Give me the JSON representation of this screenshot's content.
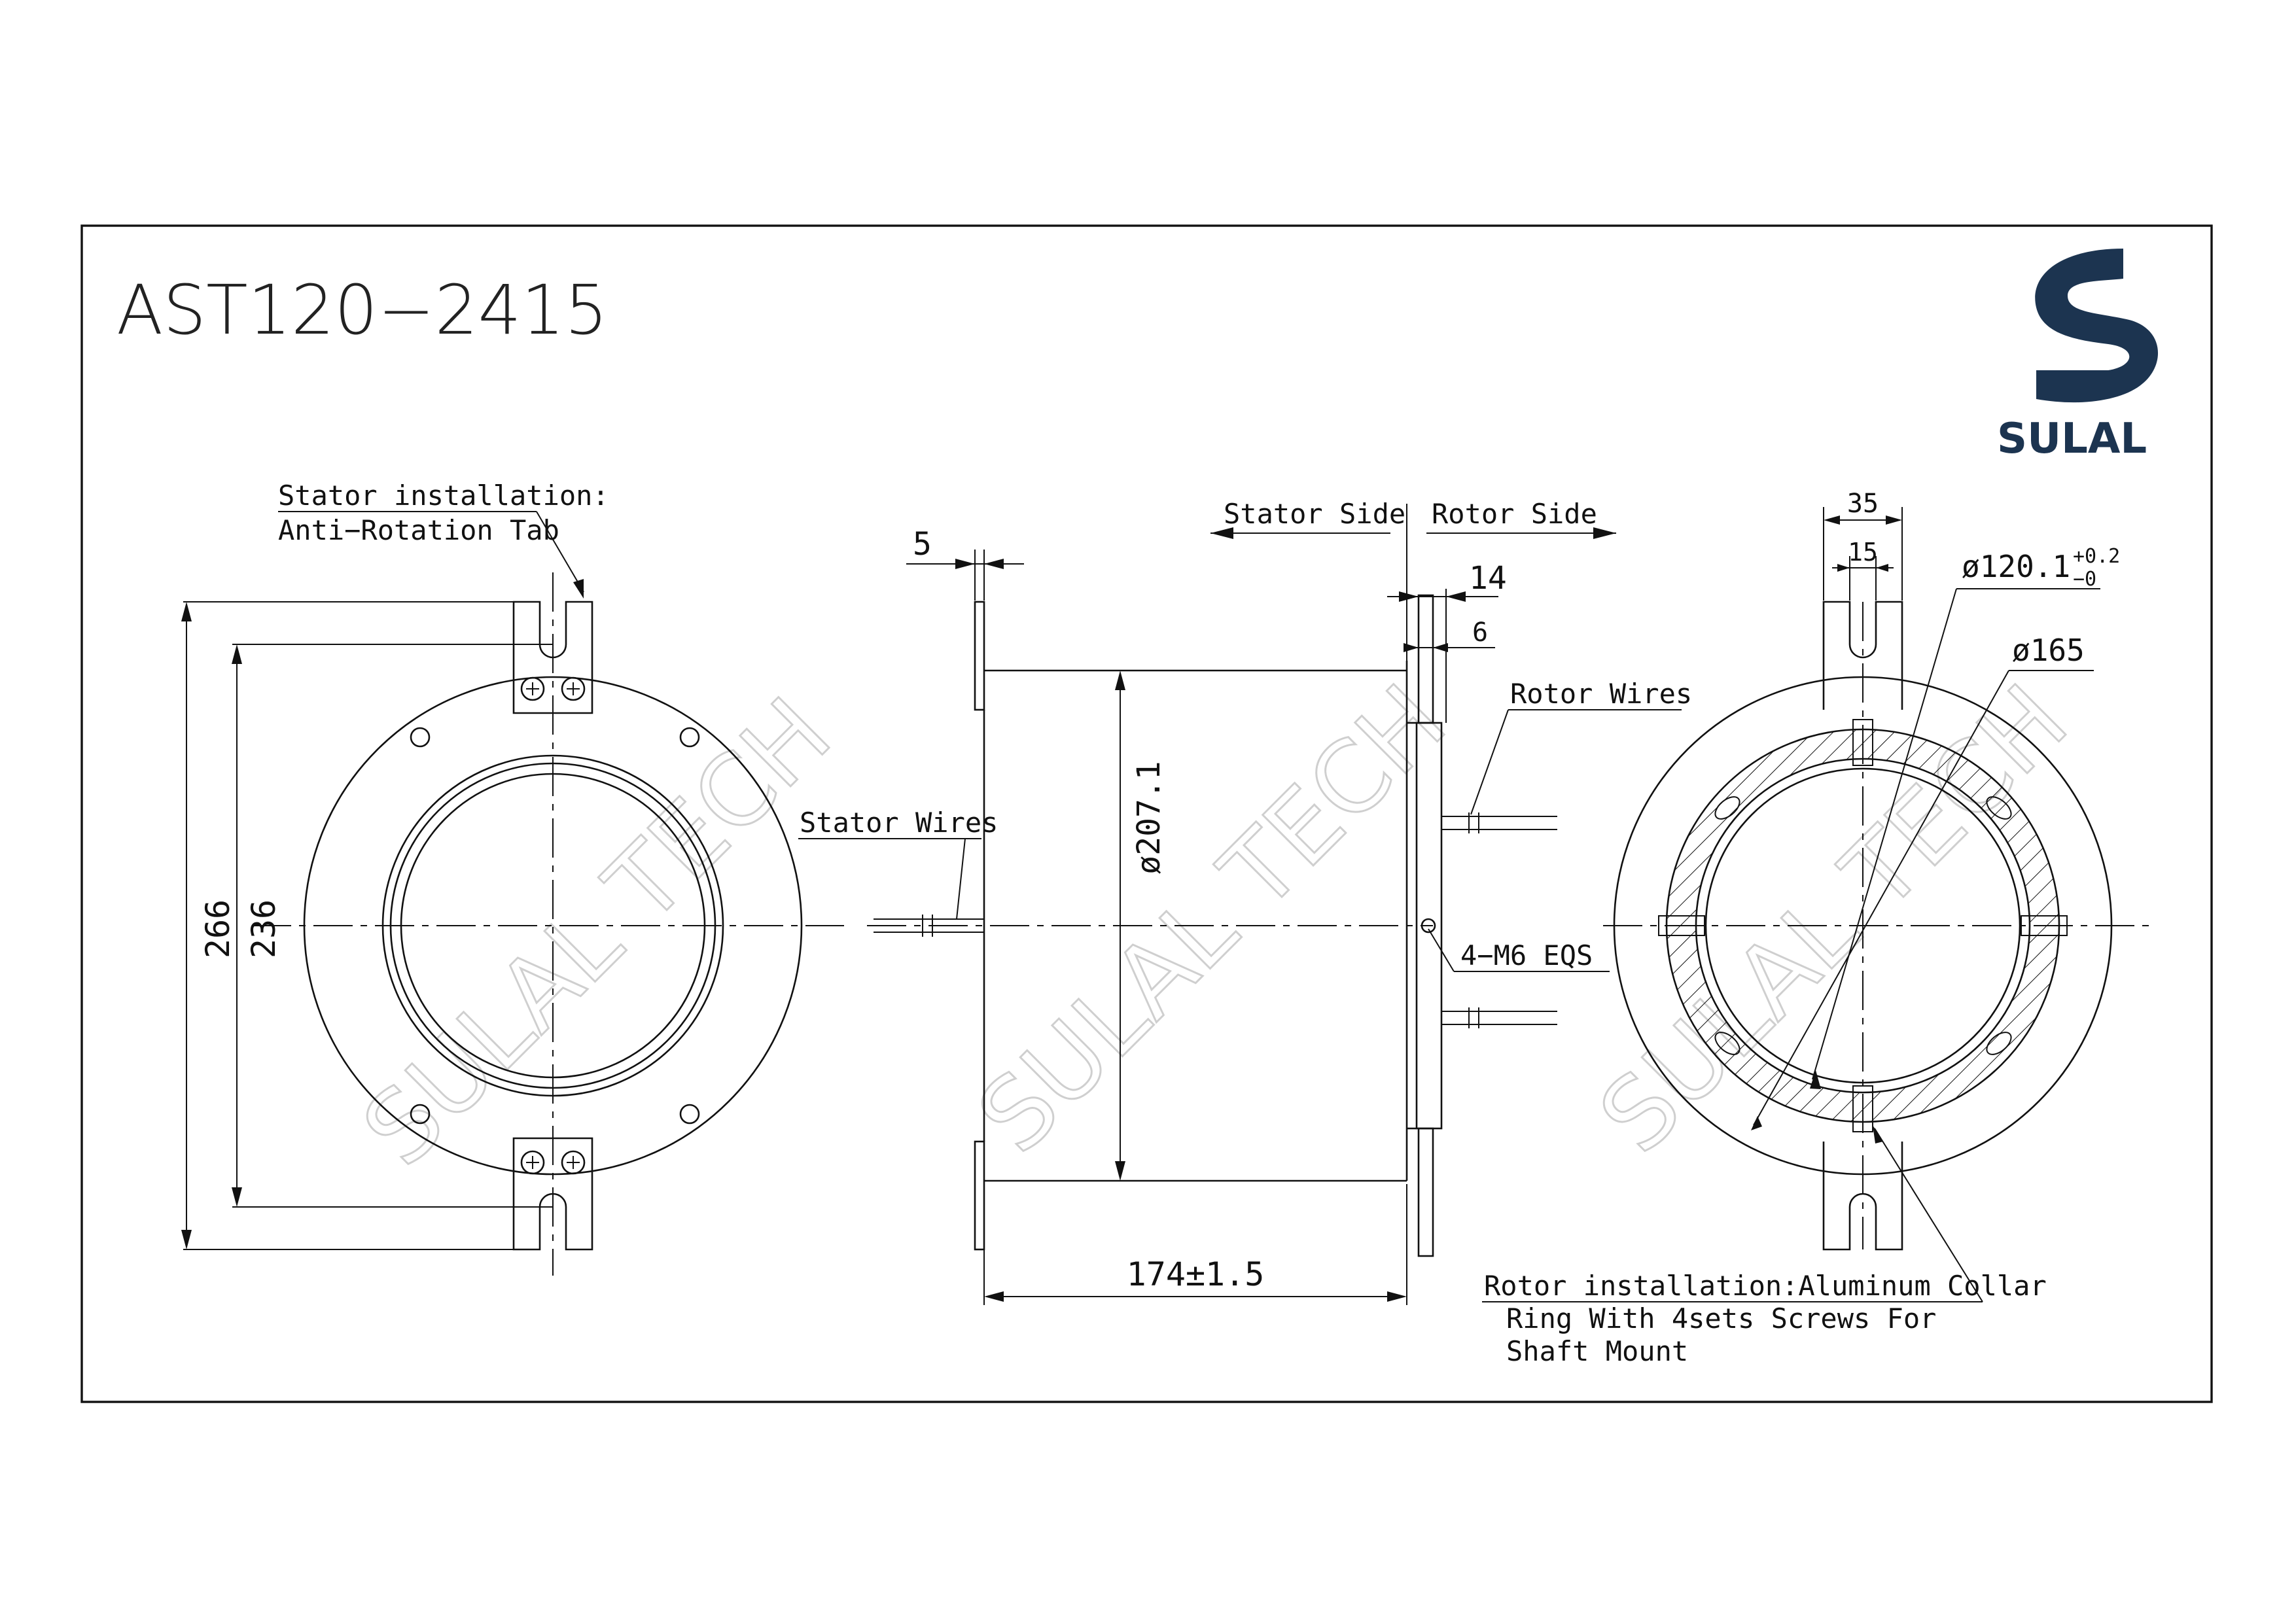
{
  "title": "AST120−2415",
  "logo": {
    "name": "SULAL",
    "color": "#1c3450"
  },
  "watermark": "SULAL TECH",
  "labels": {
    "stator_install_line1": "Stator installation:",
    "stator_install_line2": "Anti−Rotation Tab",
    "stator_side": "Stator Side",
    "rotor_side": "Rotor Side",
    "stator_wires": "Stator Wires",
    "rotor_wires": "Rotor Wires",
    "screws": "4−M6 EQS",
    "rotor_install_line1": "Rotor installation:Aluminum Collar",
    "rotor_install_line2": "Ring With 4sets Screws For",
    "rotor_install_line3": "Shaft Mount"
  },
  "dimensions": {
    "overall_height": "266",
    "hole_spacing": "236",
    "flange_thickness": "5",
    "body_diameter": "ø207.1",
    "body_length": "174±1.5",
    "rotor_flange": "14",
    "rotor_step": "6",
    "tab_width": "35",
    "tab_slot": "15",
    "bore_diameter": "ø120.1",
    "bore_tol_upper": "+0.2",
    "bore_tol_lower": "−0",
    "collar_diameter": "ø165"
  }
}
